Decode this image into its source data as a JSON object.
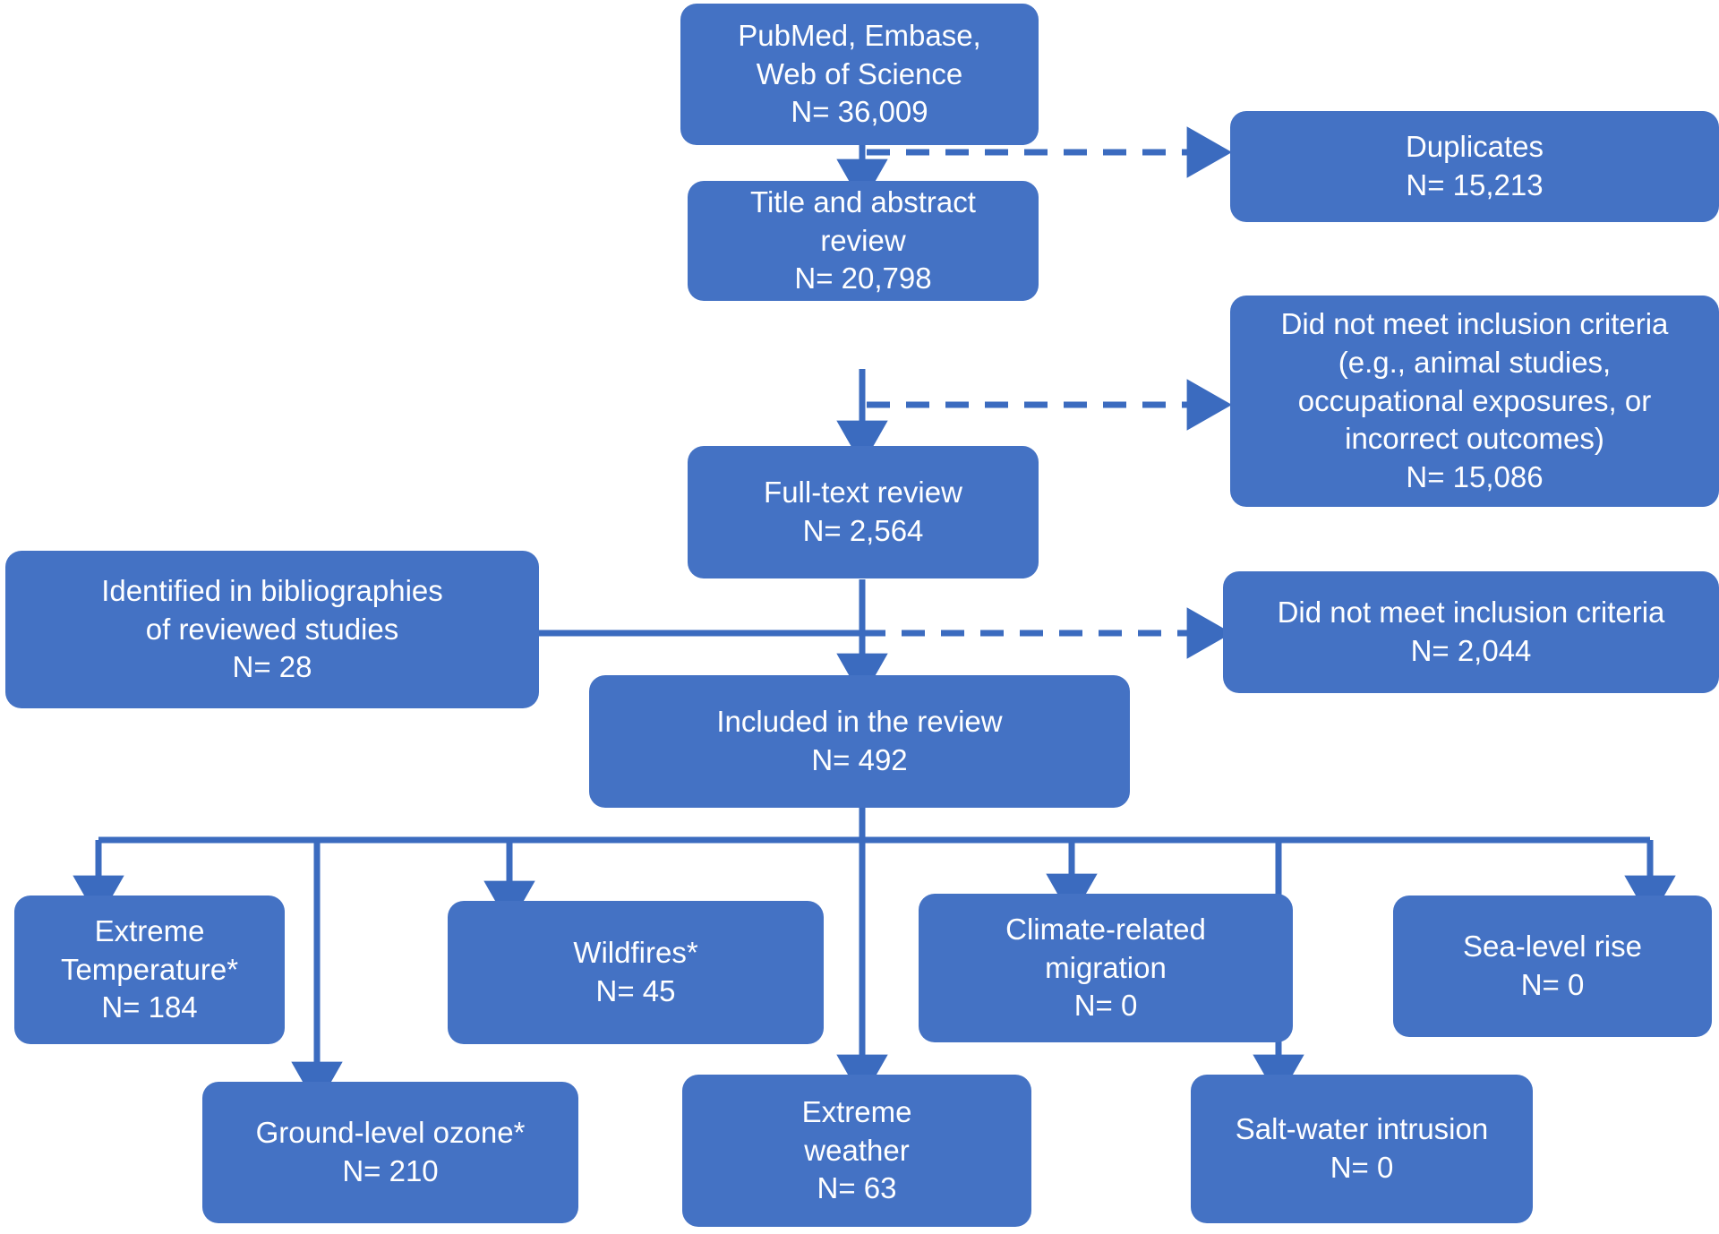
{
  "figure": {
    "type": "flow-diagram",
    "title": "Study selection flow diagram",
    "accent_color": "#4472C4",
    "background_color": "#FFFFFF",
    "text_color": "#FFFFFF"
  },
  "nodes": {
    "sources": {
      "line1": "PubMed, Embase,",
      "line2": "Web of Science",
      "line3": "N= 36,009"
    },
    "duplicates": {
      "line1": "Duplicates",
      "line2": "N= 15,213"
    },
    "title_abstract": {
      "line1": "Title and abstract",
      "line2": "review",
      "line3": "N= 20,798"
    },
    "excluded_screen": {
      "line1": "Did not meet inclusion criteria",
      "line2": "(e.g., animal studies,",
      "line3": "occupational exposures, or",
      "line4": "incorrect outcomes)",
      "line5": "N= 15,086"
    },
    "full_text": {
      "line1": "Full-text review",
      "line2": "N= 2,564"
    },
    "bibliographies": {
      "line1": "Identified in bibliographies",
      "line2": "of reviewed studies",
      "line3": "N= 28"
    },
    "excluded_fulltext": {
      "line1": "Did not meet inclusion criteria",
      "line2": "N= 2,044"
    },
    "included": {
      "line1": "Included in the review",
      "line2": "N= 492"
    },
    "extreme_temperature": {
      "line1": "Extreme",
      "line2": "Temperature*",
      "line3": "N= 184"
    },
    "ground_level_ozone": {
      "line1": "Ground-level ozone*",
      "line2": "N= 210"
    },
    "wildfires": {
      "line1": "Wildfires*",
      "line2": "N= 45"
    },
    "extreme_weather": {
      "line1": "Extreme",
      "line2": "weather",
      "line3": "N= 63"
    },
    "climate_migration": {
      "line1": "Climate-related",
      "line2": "migration",
      "line3": "N= 0"
    },
    "salt_water_intrusion": {
      "line1": "Salt-water intrusion",
      "line2": "N= 0"
    },
    "sea_level_rise": {
      "line1": "Sea-level rise",
      "line2": "N= 0"
    }
  },
  "chart_data": {
    "type": "flow",
    "title": "Study selection flow diagram",
    "stages": [
      {
        "id": "sources",
        "label": "PubMed, Embase, Web of Science",
        "n": 36009
      },
      {
        "id": "title_abstract",
        "label": "Title and abstract review",
        "n": 20798
      },
      {
        "id": "full_text",
        "label": "Full-text review",
        "n": 2564
      },
      {
        "id": "included",
        "label": "Included in the review",
        "n": 492
      }
    ],
    "exclusions": [
      {
        "id": "duplicates",
        "label": "Duplicates",
        "n": 15213,
        "from": "sources"
      },
      {
        "id": "excluded_screen",
        "label": "Did not meet inclusion criteria (e.g., animal studies, occupational exposures, or incorrect outcomes)",
        "n": 15086,
        "from": "title_abstract"
      },
      {
        "id": "excluded_fulltext",
        "label": "Did not meet inclusion criteria",
        "n": 2044,
        "from": "full_text"
      }
    ],
    "additions": [
      {
        "id": "bibliographies",
        "label": "Identified in bibliographies of reviewed studies",
        "n": 28,
        "into": "included"
      }
    ],
    "categories": [
      {
        "id": "extreme_temperature",
        "label": "Extreme Temperature*",
        "n": 184
      },
      {
        "id": "ground_level_ozone",
        "label": "Ground-level ozone*",
        "n": 210
      },
      {
        "id": "wildfires",
        "label": "Wildfires*",
        "n": 45
      },
      {
        "id": "extreme_weather",
        "label": "Extreme weather",
        "n": 63
      },
      {
        "id": "climate_migration",
        "label": "Climate-related migration",
        "n": 0
      },
      {
        "id": "salt_water_intrusion",
        "label": "Salt-water intrusion",
        "n": 0
      },
      {
        "id": "sea_level_rise",
        "label": "Sea-level rise",
        "n": 0
      }
    ]
  }
}
